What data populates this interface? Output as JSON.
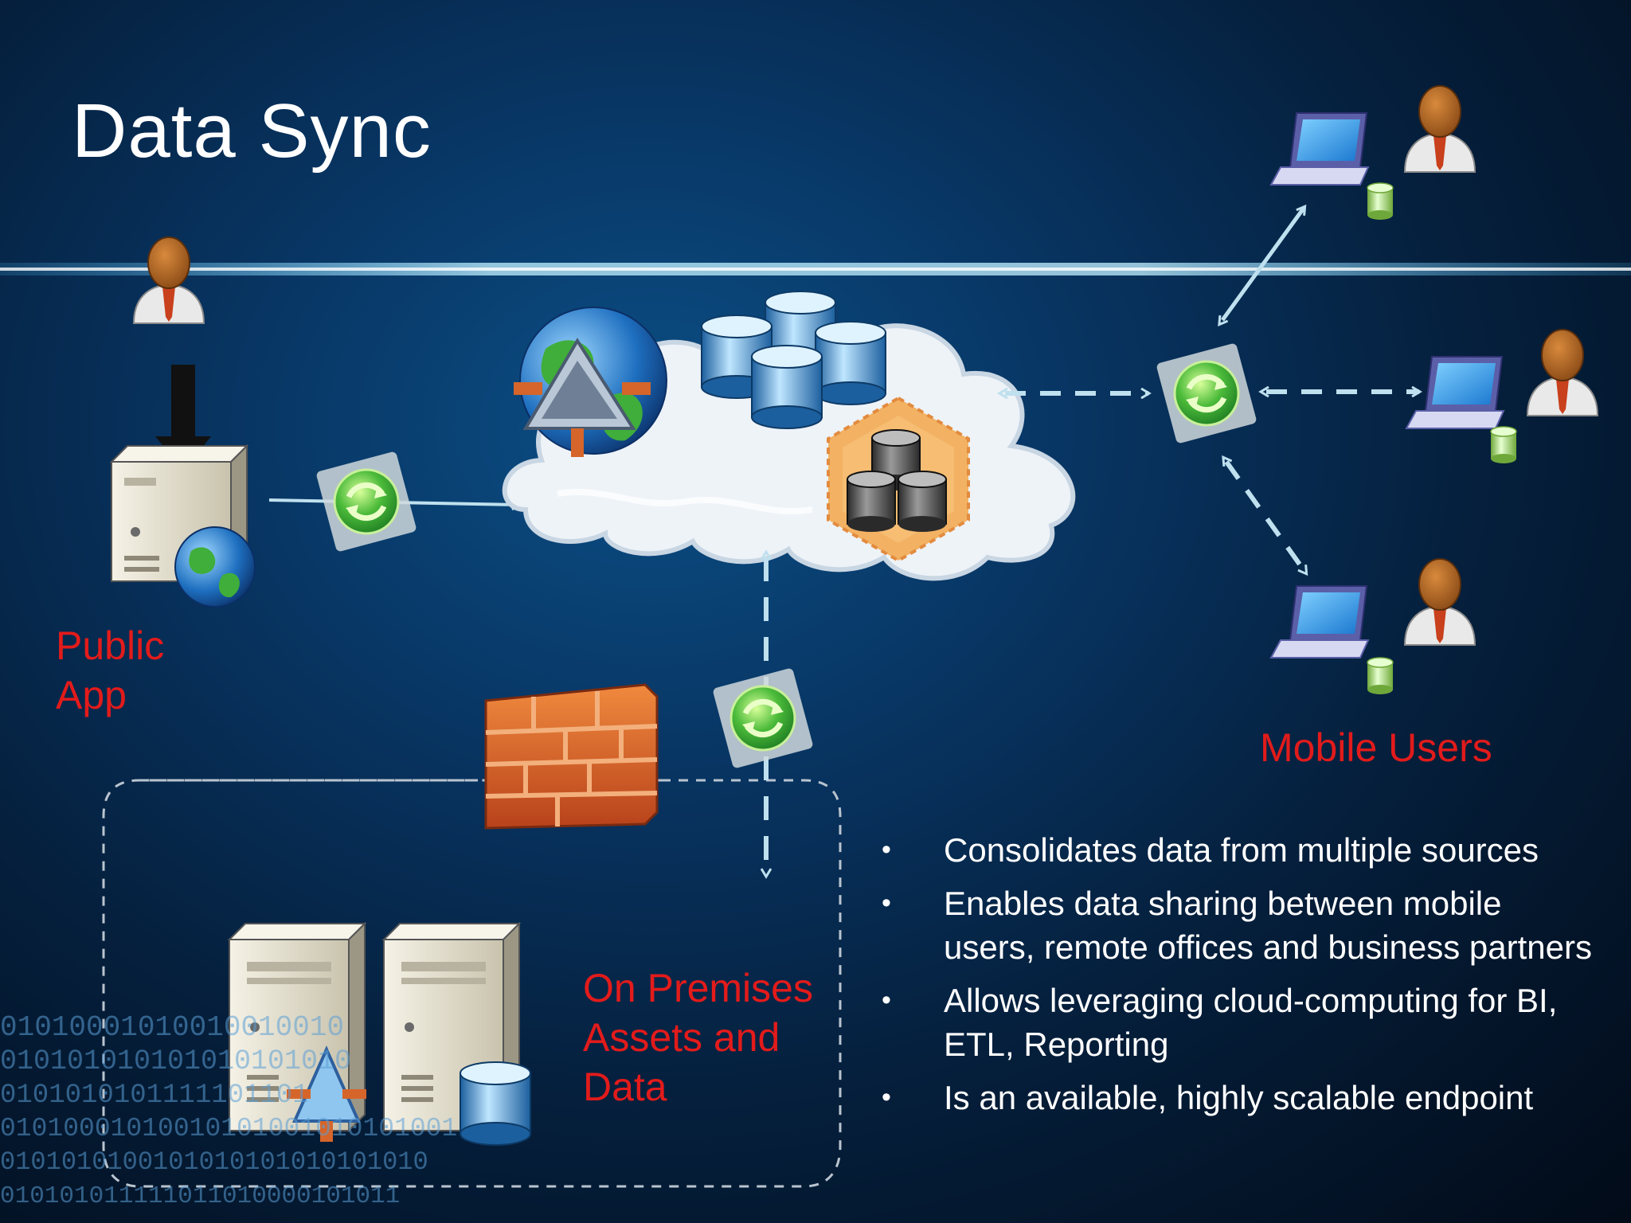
{
  "slide": {
    "title": "Data Sync"
  },
  "labels": {
    "public_app": [
      "Public",
      "App"
    ],
    "on_premises": [
      "On Premises",
      "Assets and",
      "Data"
    ],
    "mobile_users": "Mobile Users"
  },
  "bullets": [
    "Consolidates data from multiple sources",
    "Enables data sharing between mobile users, remote offices and business partners",
    "Allows leveraging cloud-computing for BI, ETL, Reporting",
    "Is an available, highly scalable endpoint"
  ],
  "binary_stream": [
    "01010001010010010010",
    "010101010101010101010",
    "0101010101111101101",
    "01010001010010101001010101001",
    "0101010100101010101010101010",
    "010101011111011010000101011"
  ],
  "colors": {
    "label_red": "#e21b1b",
    "arrow": "#bfe0ee",
    "sync_green": "#3cb043"
  }
}
